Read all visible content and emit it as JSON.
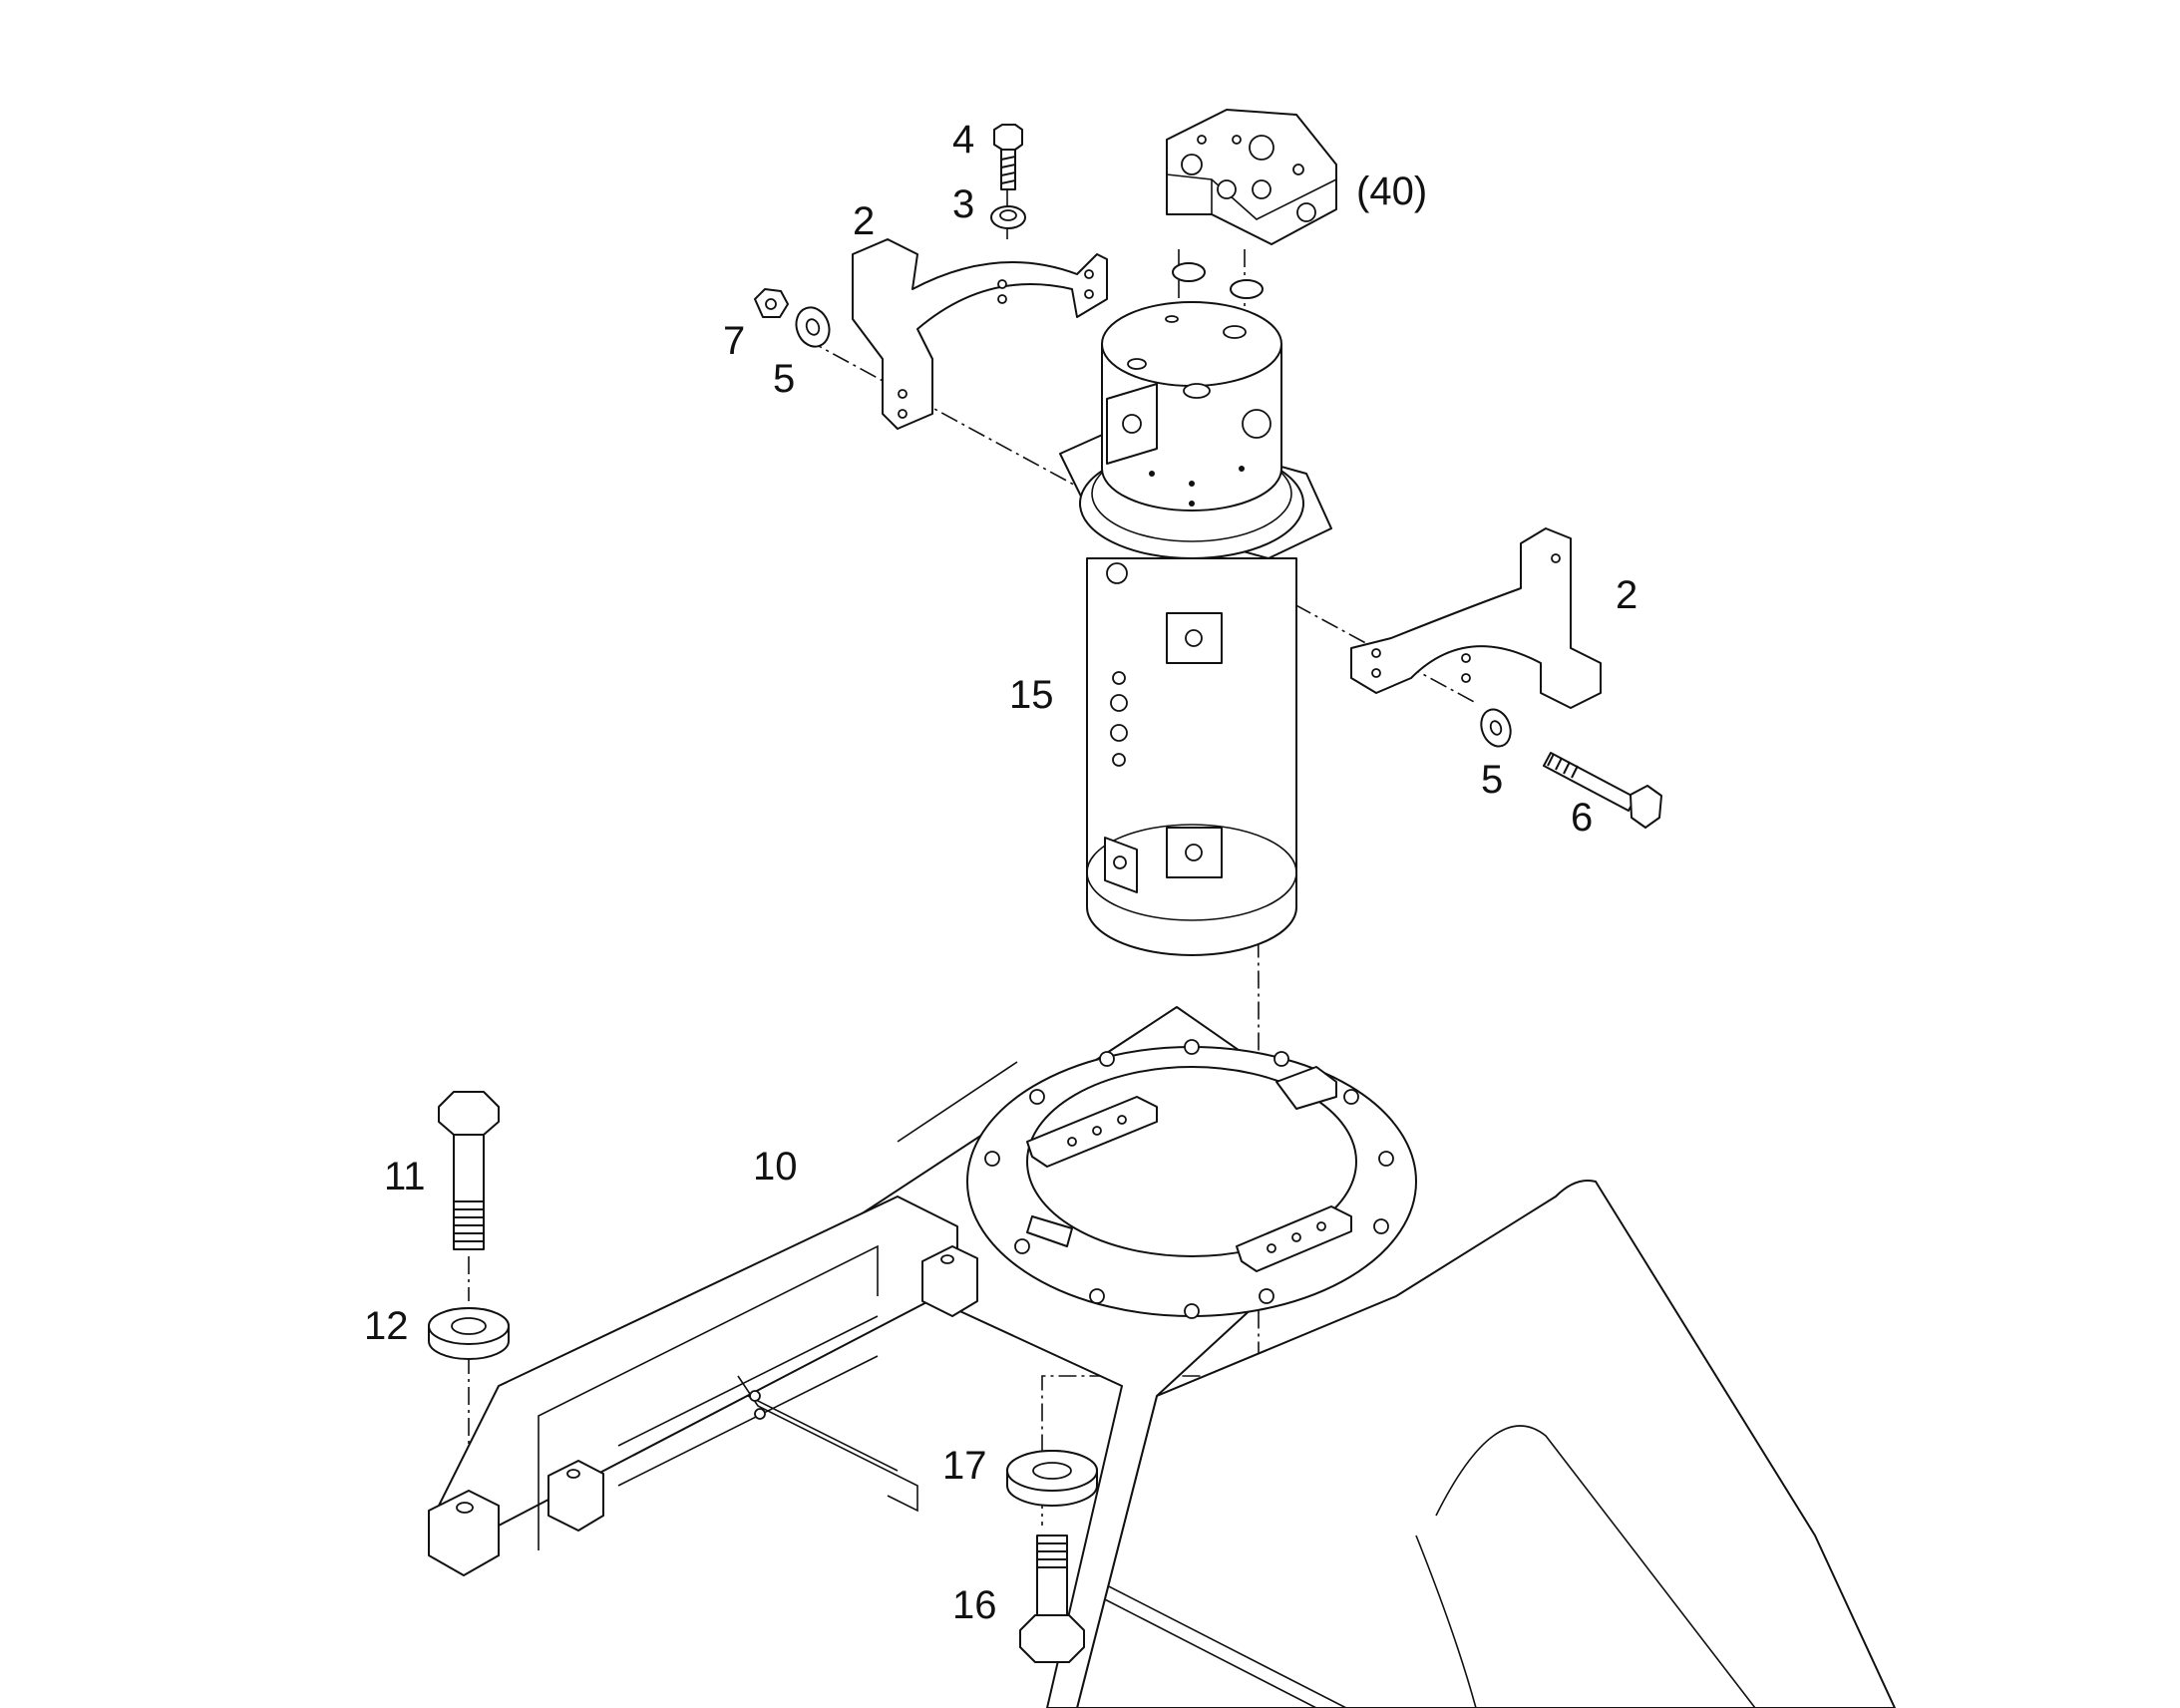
{
  "callouts": {
    "item_4": "4",
    "item_3": "3",
    "item_2_top": "2",
    "item_40": "(40)",
    "item_7": "7",
    "item_5_left": "5",
    "item_2_right": "2",
    "item_15": "15",
    "item_5_right": "5",
    "item_6": "6",
    "item_11": "11",
    "item_10": "10",
    "item_12": "12",
    "item_17": "17",
    "item_16": "16"
  },
  "colors": {
    "line": "#111111",
    "background": "#ffffff"
  }
}
